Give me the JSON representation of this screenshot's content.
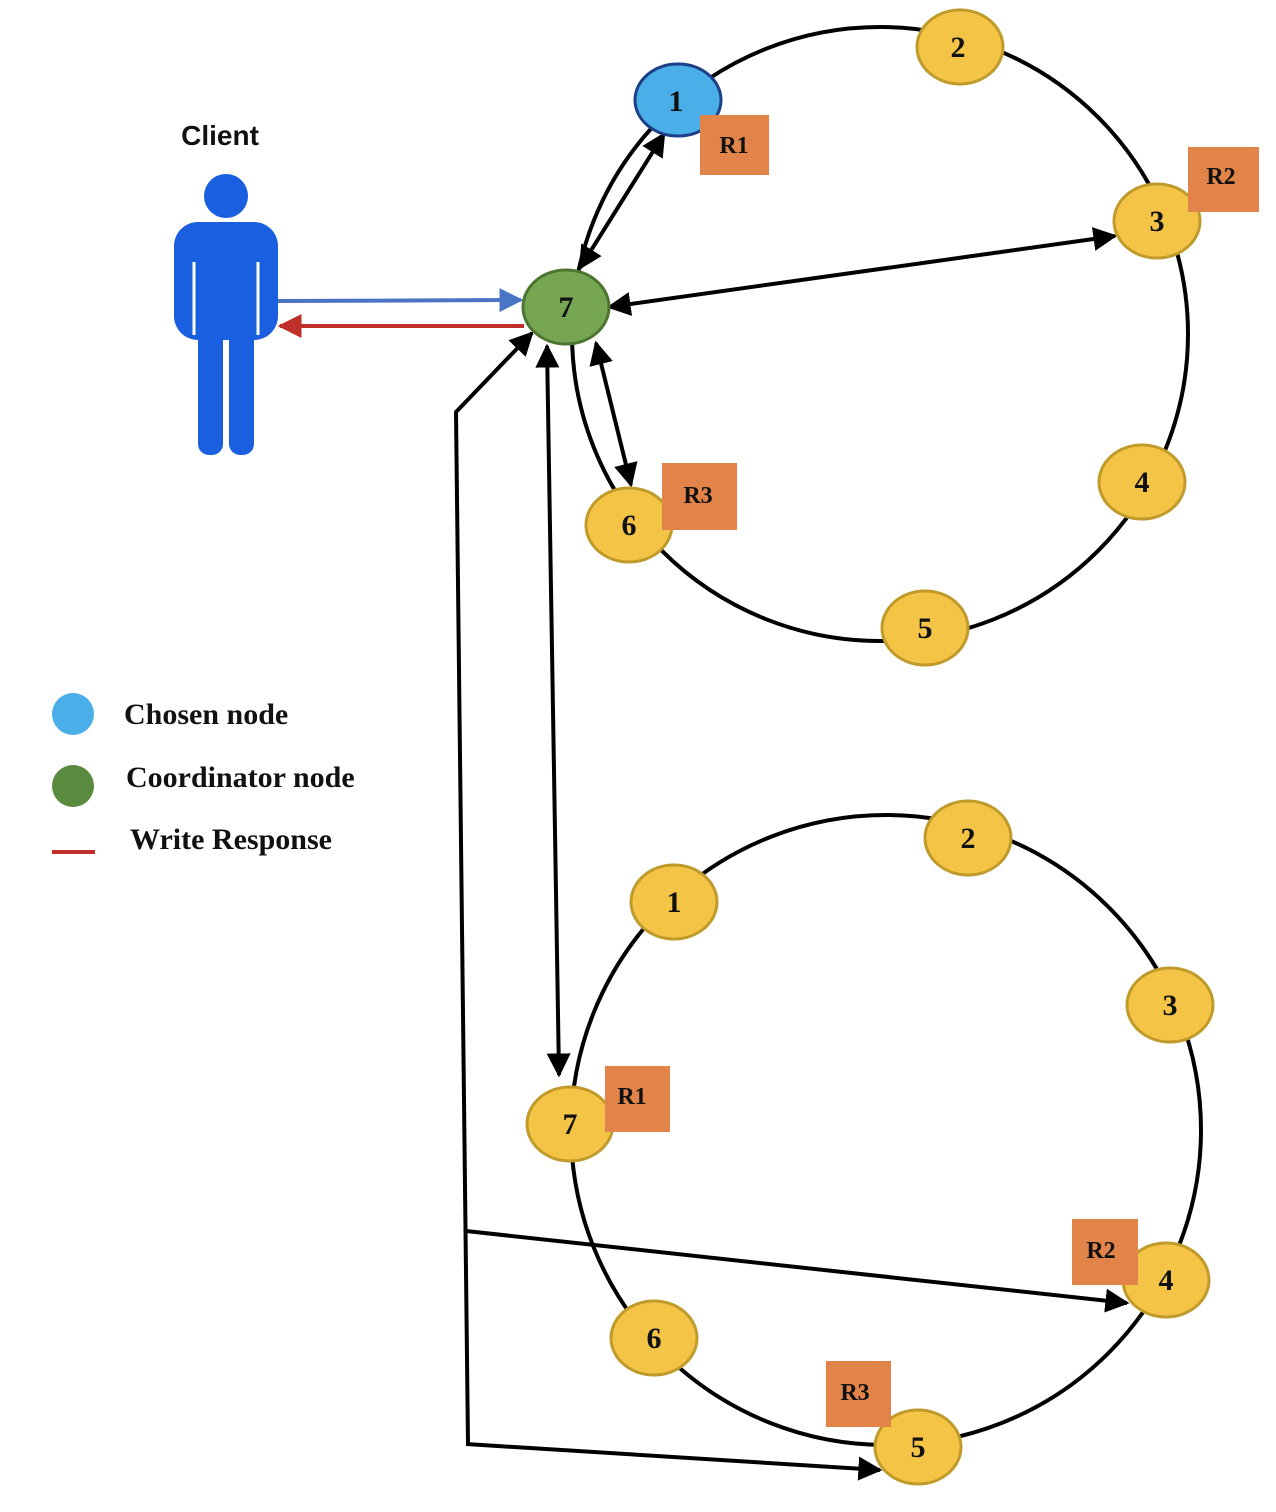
{
  "client": {
    "label": "Client",
    "color": "#1a5fe0"
  },
  "colors": {
    "chosen": "#4aaee8",
    "coordinator": "#77a652",
    "normal": "#f4c446",
    "node_border": "#c09a2a",
    "replica_box": "#e2844a",
    "request_arrow": "#4a74c4",
    "response_arrow": "#c0302a"
  },
  "ring_top": {
    "nodes": [
      "1",
      "2",
      "3",
      "4",
      "5",
      "6",
      "7"
    ],
    "replicas": [
      "R1",
      "R2",
      "R3"
    ]
  },
  "ring_bottom": {
    "nodes": [
      "1",
      "2",
      "3",
      "4",
      "5",
      "6",
      "7"
    ],
    "replicas": [
      "R1",
      "R2",
      "R3"
    ]
  },
  "legend": {
    "chosen": "Chosen node",
    "coordinator": "Coordinator node",
    "write_response": "Write Response"
  }
}
